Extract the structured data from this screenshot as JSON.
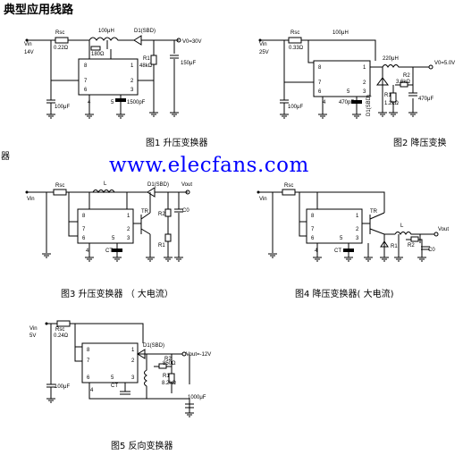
{
  "page_title": "典型应用线路",
  "watermark": "www.elecfans.com",
  "orphan_char": "器",
  "captions": {
    "fig1": "图1  升压变换器",
    "fig2": "图2  降压变换",
    "fig3": "图3  升压变换器 （ 大电流）",
    "fig4": "图4  降压变换器( 大电流)",
    "fig5": "图5  反向变换器"
  },
  "fig1": {
    "vin": "Vin",
    "vin_val": "14V",
    "rsc": "Rsc",
    "rsc_val": "0.22Ω",
    "l": "100μH",
    "r": "180Ω",
    "d": "D1(SBD)",
    "vout": "V0=30V",
    "r1": "R1",
    "r1_val": "48kΩ",
    "c_in": "100μF",
    "ct": "1500pF",
    "c_out": "150μF",
    "pins": [
      "8",
      "1",
      "7",
      "2",
      "6",
      "3",
      "5",
      "4"
    ]
  },
  "fig2": {
    "vin": "Vin",
    "vin_val": "25V",
    "rsc": "Rsc",
    "rsc_val": "0.33Ω",
    "l": "100μH",
    "l2": "220μH",
    "vout": "V0=5.0V",
    "r2": "R2",
    "r2_val": "3.6kΩ",
    "r1": "R1",
    "r1_val": "1.2kΩ",
    "d": "D1(SBD)",
    "c_in": "100μF",
    "ct": "470pF",
    "c_out": "470μF",
    "pins": [
      "8",
      "1",
      "7",
      "2",
      "6",
      "3",
      "5",
      "4"
    ]
  },
  "fig3": {
    "vin": "Vin",
    "rsc": "Rsc",
    "l": "L",
    "d": "D1(SBD)",
    "vout": "Vout",
    "tr": "TR",
    "r2": "R2",
    "r1": "R1",
    "c0": "C0",
    "ct": "CT",
    "pins": [
      "8",
      "1",
      "7",
      "2",
      "6",
      "3",
      "5",
      "4"
    ]
  },
  "fig4": {
    "vin": "Vin",
    "rsc": "Rsc",
    "tr": "TR",
    "l": "L",
    "vout": "Vout",
    "r2": "R2",
    "r1": "R1",
    "c0": "C0",
    "ct": "CT",
    "pins": [
      "8",
      "1",
      "7",
      "2",
      "6",
      "3",
      "5",
      "4"
    ]
  },
  "fig5": {
    "vin": "Vin",
    "vin_val": "5V",
    "rsc": "Rsc",
    "rsc_val": "0.24Ω",
    "d": "D1(SBD)",
    "vout": "Vout=-12V",
    "r2": "R2",
    "r2_val": "850Ω",
    "r1": "R1",
    "r1_val": "8.2kΩ",
    "ct": "CT",
    "c_in": "100μF",
    "c_out": "1000μF",
    "pins": [
      "8",
      "1",
      "7",
      "2",
      "6",
      "3",
      "5",
      "4"
    ]
  }
}
